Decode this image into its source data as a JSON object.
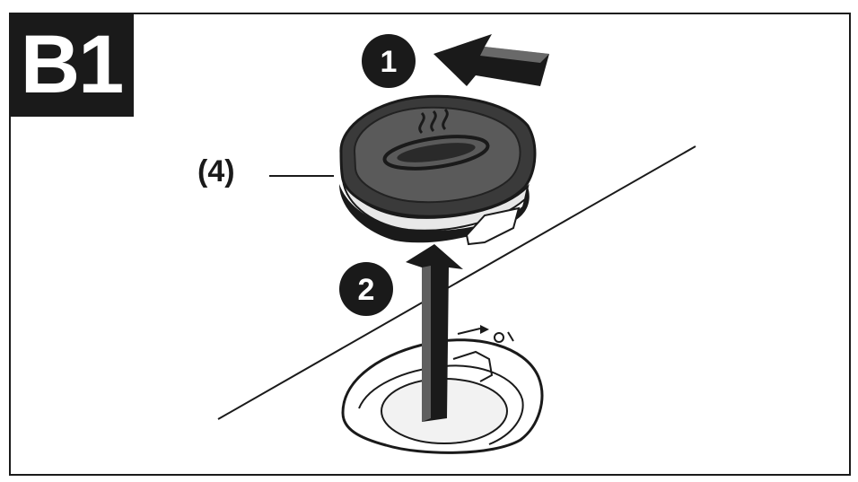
{
  "step_label": "B1",
  "part_callout": "(4)",
  "step_markers": [
    "1",
    "2"
  ],
  "icons": {
    "push_arrow": "arrow-left-icon",
    "lift_arrow": "arrow-up-icon",
    "cover_part": "coffee-cup-icon"
  },
  "colors": {
    "ink": "#1a1a1a",
    "part_dark": "#3a3a3a",
    "part_mid": "#6b6b6b",
    "background": "#ffffff"
  }
}
